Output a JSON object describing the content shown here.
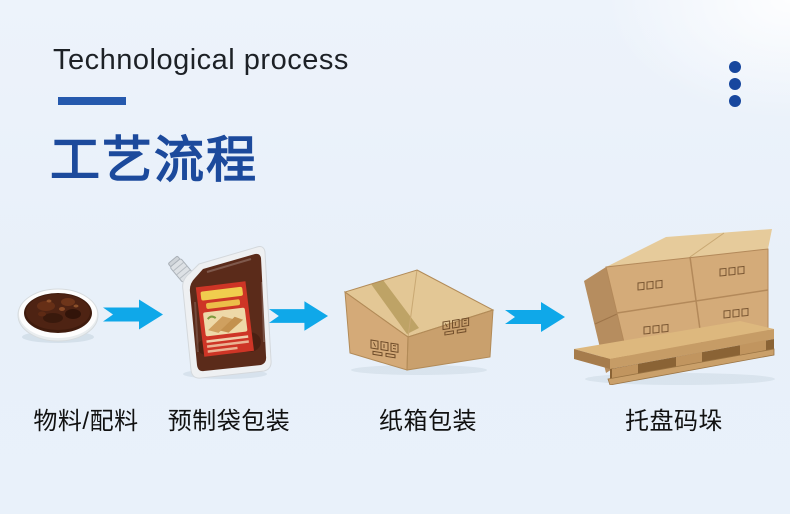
{
  "header": {
    "title_en": "Technological process",
    "title_zh": "工艺流程"
  },
  "decor": {
    "dot_count": "3",
    "dot_icon": "dot-decor"
  },
  "flow": {
    "arrow_icon": "flow-arrow-icon",
    "steps": [
      {
        "icon": "sauce-bowl-icon",
        "label": "物料/配料"
      },
      {
        "icon": "spout-pouch-icon",
        "label": "预制袋包装"
      },
      {
        "icon": "carton-box-icon",
        "label": "纸箱包装"
      },
      {
        "icon": "pallet-stack-icon",
        "label": "托盘码垛"
      }
    ]
  },
  "colors": {
    "background": "#EAF1F9",
    "accent_blue": "#1C4A9C",
    "underline_blue": "#2559AD",
    "arrow_cyan": "#0FA8E9",
    "title_text": "#1D2126",
    "label_text": "#111111",
    "carton_tan": "#D2A877",
    "sauce_brown": "#4E2313",
    "pouch_label_red": "#CE3526"
  }
}
